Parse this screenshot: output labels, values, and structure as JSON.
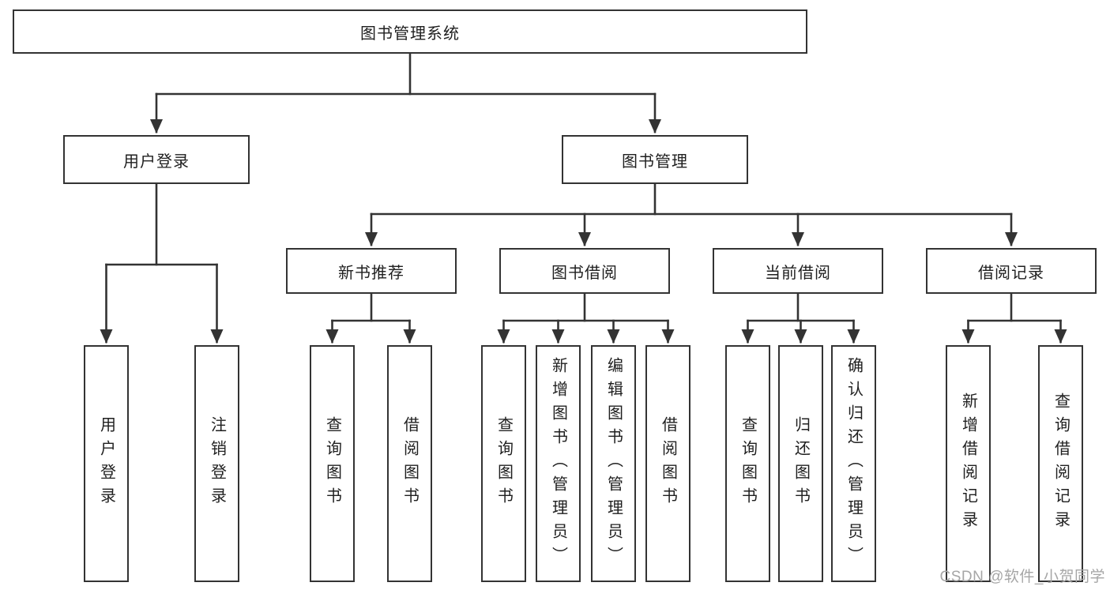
{
  "diagram": {
    "root": {
      "label": "图书管理系统"
    },
    "level2": [
      {
        "label": "用户登录"
      },
      {
        "label": "图书管理"
      }
    ],
    "level3": [
      {
        "label": "新书推荐"
      },
      {
        "label": "图书借阅"
      },
      {
        "label": "当前借阅"
      },
      {
        "label": "借阅记录"
      }
    ],
    "leaves": {
      "user_login": [
        {
          "label": "用户登录"
        },
        {
          "label": "注销登录"
        }
      ],
      "new_book_recommendation": [
        {
          "label": "查询图书"
        },
        {
          "label": "借阅图书"
        }
      ],
      "book_borrowing": [
        {
          "label": "查询图书"
        },
        {
          "label": "新增图书（管理员）"
        },
        {
          "label": "编辑图书（管理员）"
        },
        {
          "label": "借阅图书"
        }
      ],
      "current_borrowing": [
        {
          "label": "查询图书"
        },
        {
          "label": "归还图书"
        },
        {
          "label": "确认归还（管理员）"
        }
      ],
      "borrowing_records": [
        {
          "label": "新增借阅记录"
        },
        {
          "label": "查询借阅记录"
        }
      ]
    },
    "watermark": "CSDN @软件_小贺同学",
    "colors": {
      "line": "#333333",
      "text": "#1f1f1f",
      "watermark": "#a6a6a6",
      "background": "#ffffff"
    }
  }
}
